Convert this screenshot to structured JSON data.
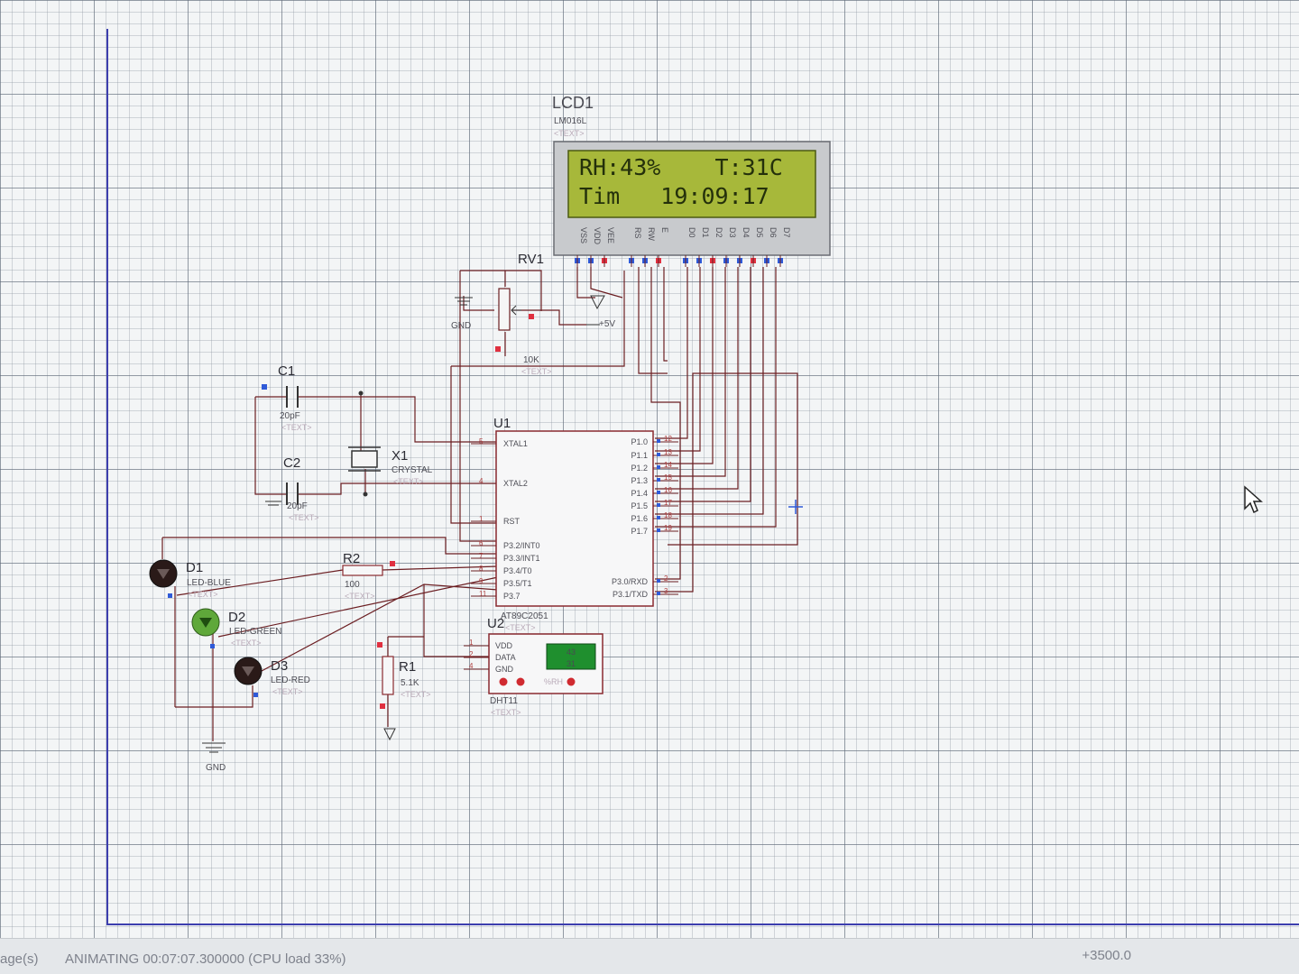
{
  "status_bar": {
    "left_fragment": "age(s)",
    "state": "ANIMATING  00:07:07.300000 (CPU load 33%)",
    "coordinate": "+3500.0"
  },
  "lcd": {
    "ref": "LCD1",
    "part": "LM016L",
    "text_tag": "<TEXT>",
    "line1": "RH:43%    T:31C",
    "line2": "Tim   19:09:17",
    "pin_labels": [
      "VSS",
      "VDD",
      "VEE",
      "RS",
      "RW",
      "E",
      "D0",
      "D1",
      "D2",
      "D3",
      "D4",
      "D5",
      "D6",
      "D7"
    ],
    "screen_color": "#a7b83a"
  },
  "rv1": {
    "ref": "RV1",
    "value": "10K",
    "text_tag": "<TEXT>"
  },
  "power": {
    "gnd": "GND",
    "vcc": "+5V"
  },
  "c1": {
    "ref": "C1",
    "value": "20pF",
    "text_tag": "<TEXT>"
  },
  "c2": {
    "ref": "C2",
    "value": "20pF",
    "text_tag": "<TEXT>"
  },
  "x1": {
    "ref": "X1",
    "value": "CRYSTAL",
    "text_tag": "<TEXT>"
  },
  "u1": {
    "ref": "U1",
    "part": "AT89C2051",
    "text_tag": "<TEXT>",
    "left_pins": [
      "XTAL1",
      "XTAL2",
      "RST",
      "P3.2/INT0",
      "P3.3/INT1",
      "P3.4/T0",
      "P3.5/T1",
      "P3.7"
    ],
    "left_nums": [
      "5",
      "4",
      "1",
      "6",
      "7",
      "8",
      "9",
      "11"
    ],
    "right_pins": [
      "P1.0",
      "P1.1",
      "P1.2",
      "P1.3",
      "P1.4",
      "P1.5",
      "P1.6",
      "P1.7",
      "P3.0/RXD",
      "P3.1/TXD"
    ],
    "right_nums": [
      "12",
      "13",
      "14",
      "15",
      "16",
      "17",
      "18",
      "19",
      "2",
      "3"
    ]
  },
  "u2": {
    "ref": "U2",
    "part": "DHT11",
    "text_tag": "<TEXT>",
    "pins": [
      "VDD",
      "DATA",
      "GND"
    ],
    "pin_nums": [
      "1",
      "2",
      "4"
    ],
    "display_values": [
      "43",
      "31"
    ],
    "display_color": "#1f8f2e",
    "small_label": "%RH"
  },
  "r1": {
    "ref": "R1",
    "value": "5.1K",
    "text_tag": "<TEXT>"
  },
  "r2": {
    "ref": "R2",
    "value": "100",
    "text_tag": "<TEXT>"
  },
  "d1": {
    "ref": "D1",
    "part": "LED-BLUE",
    "text_tag": "<TEXT>"
  },
  "d2": {
    "ref": "D2",
    "part": "LED-GREEN",
    "text_tag": "<TEXT>",
    "color": "#5fa83a"
  },
  "d3": {
    "ref": "D3",
    "part": "LED-RED",
    "text_tag": "<TEXT>"
  }
}
